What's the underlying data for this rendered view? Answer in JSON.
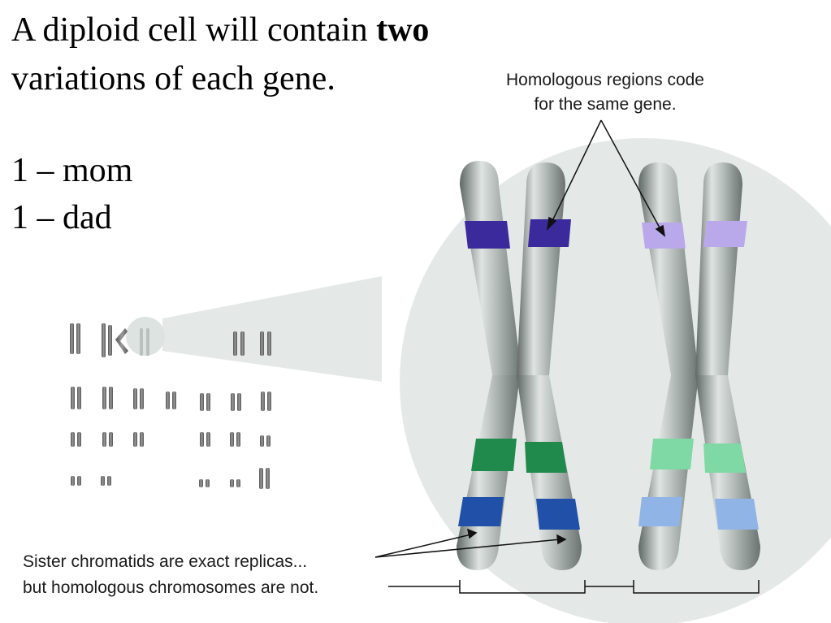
{
  "heading": {
    "line1_prefix": "A diploid cell will contain ",
    "line1_bold": "two",
    "line2": "variations of each gene."
  },
  "parents": {
    "mom": "1 – mom",
    "dad": "1 – dad"
  },
  "callouts": {
    "homologous_line1": "Homologous regions code",
    "homologous_line2": "for the same gene.",
    "sister_chromatids": "Sister chromatids are exact replicas...",
    "homologous_not": "but homologous chromosomes are not."
  },
  "colors": {
    "chromosome_body": "#b8bfbd",
    "chromosome_shade": "#6d7674",
    "zoom_circle": "#e4e9e7",
    "band_purple": "#3a2a9c",
    "band_green": "#1f8a4c",
    "band_blue": "#2050a8",
    "band_light_purple": "#b9a9ea",
    "band_light_green": "#7fd9a5",
    "band_light_blue": "#90b4e6"
  }
}
